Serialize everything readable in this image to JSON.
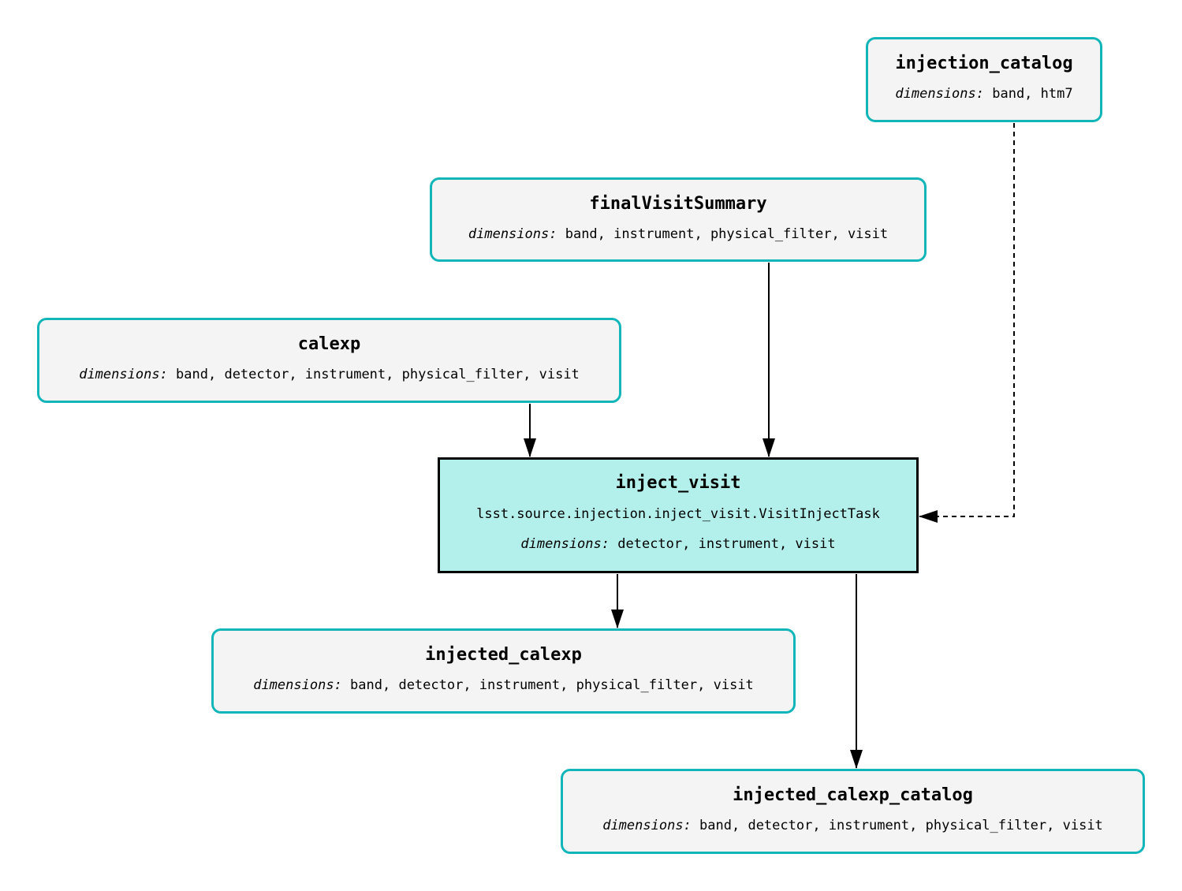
{
  "dimensions_label": "dimensions:",
  "colors": {
    "dataset_border": "#12b5b8",
    "dataset_fill": "#f4f4f4",
    "task_fill": "#b3f0ec",
    "task_border": "#000000"
  },
  "nodes": {
    "injection_catalog": {
      "title": "injection_catalog",
      "dimensions": "band, htm7"
    },
    "finalVisitSummary": {
      "title": "finalVisitSummary",
      "dimensions": "band, instrument, physical_filter, visit"
    },
    "calexp": {
      "title": "calexp",
      "dimensions": "band, detector, instrument, physical_filter, visit"
    },
    "inject_visit": {
      "title": "inject_visit",
      "class": "lsst.source.injection.inject_visit.VisitInjectTask",
      "dimensions": "detector, instrument, visit"
    },
    "injected_calexp": {
      "title": "injected_calexp",
      "dimensions": "band, detector, instrument, physical_filter, visit"
    },
    "injected_calexp_catalog": {
      "title": "injected_calexp_catalog",
      "dimensions": "band, detector, instrument, physical_filter, visit"
    }
  }
}
